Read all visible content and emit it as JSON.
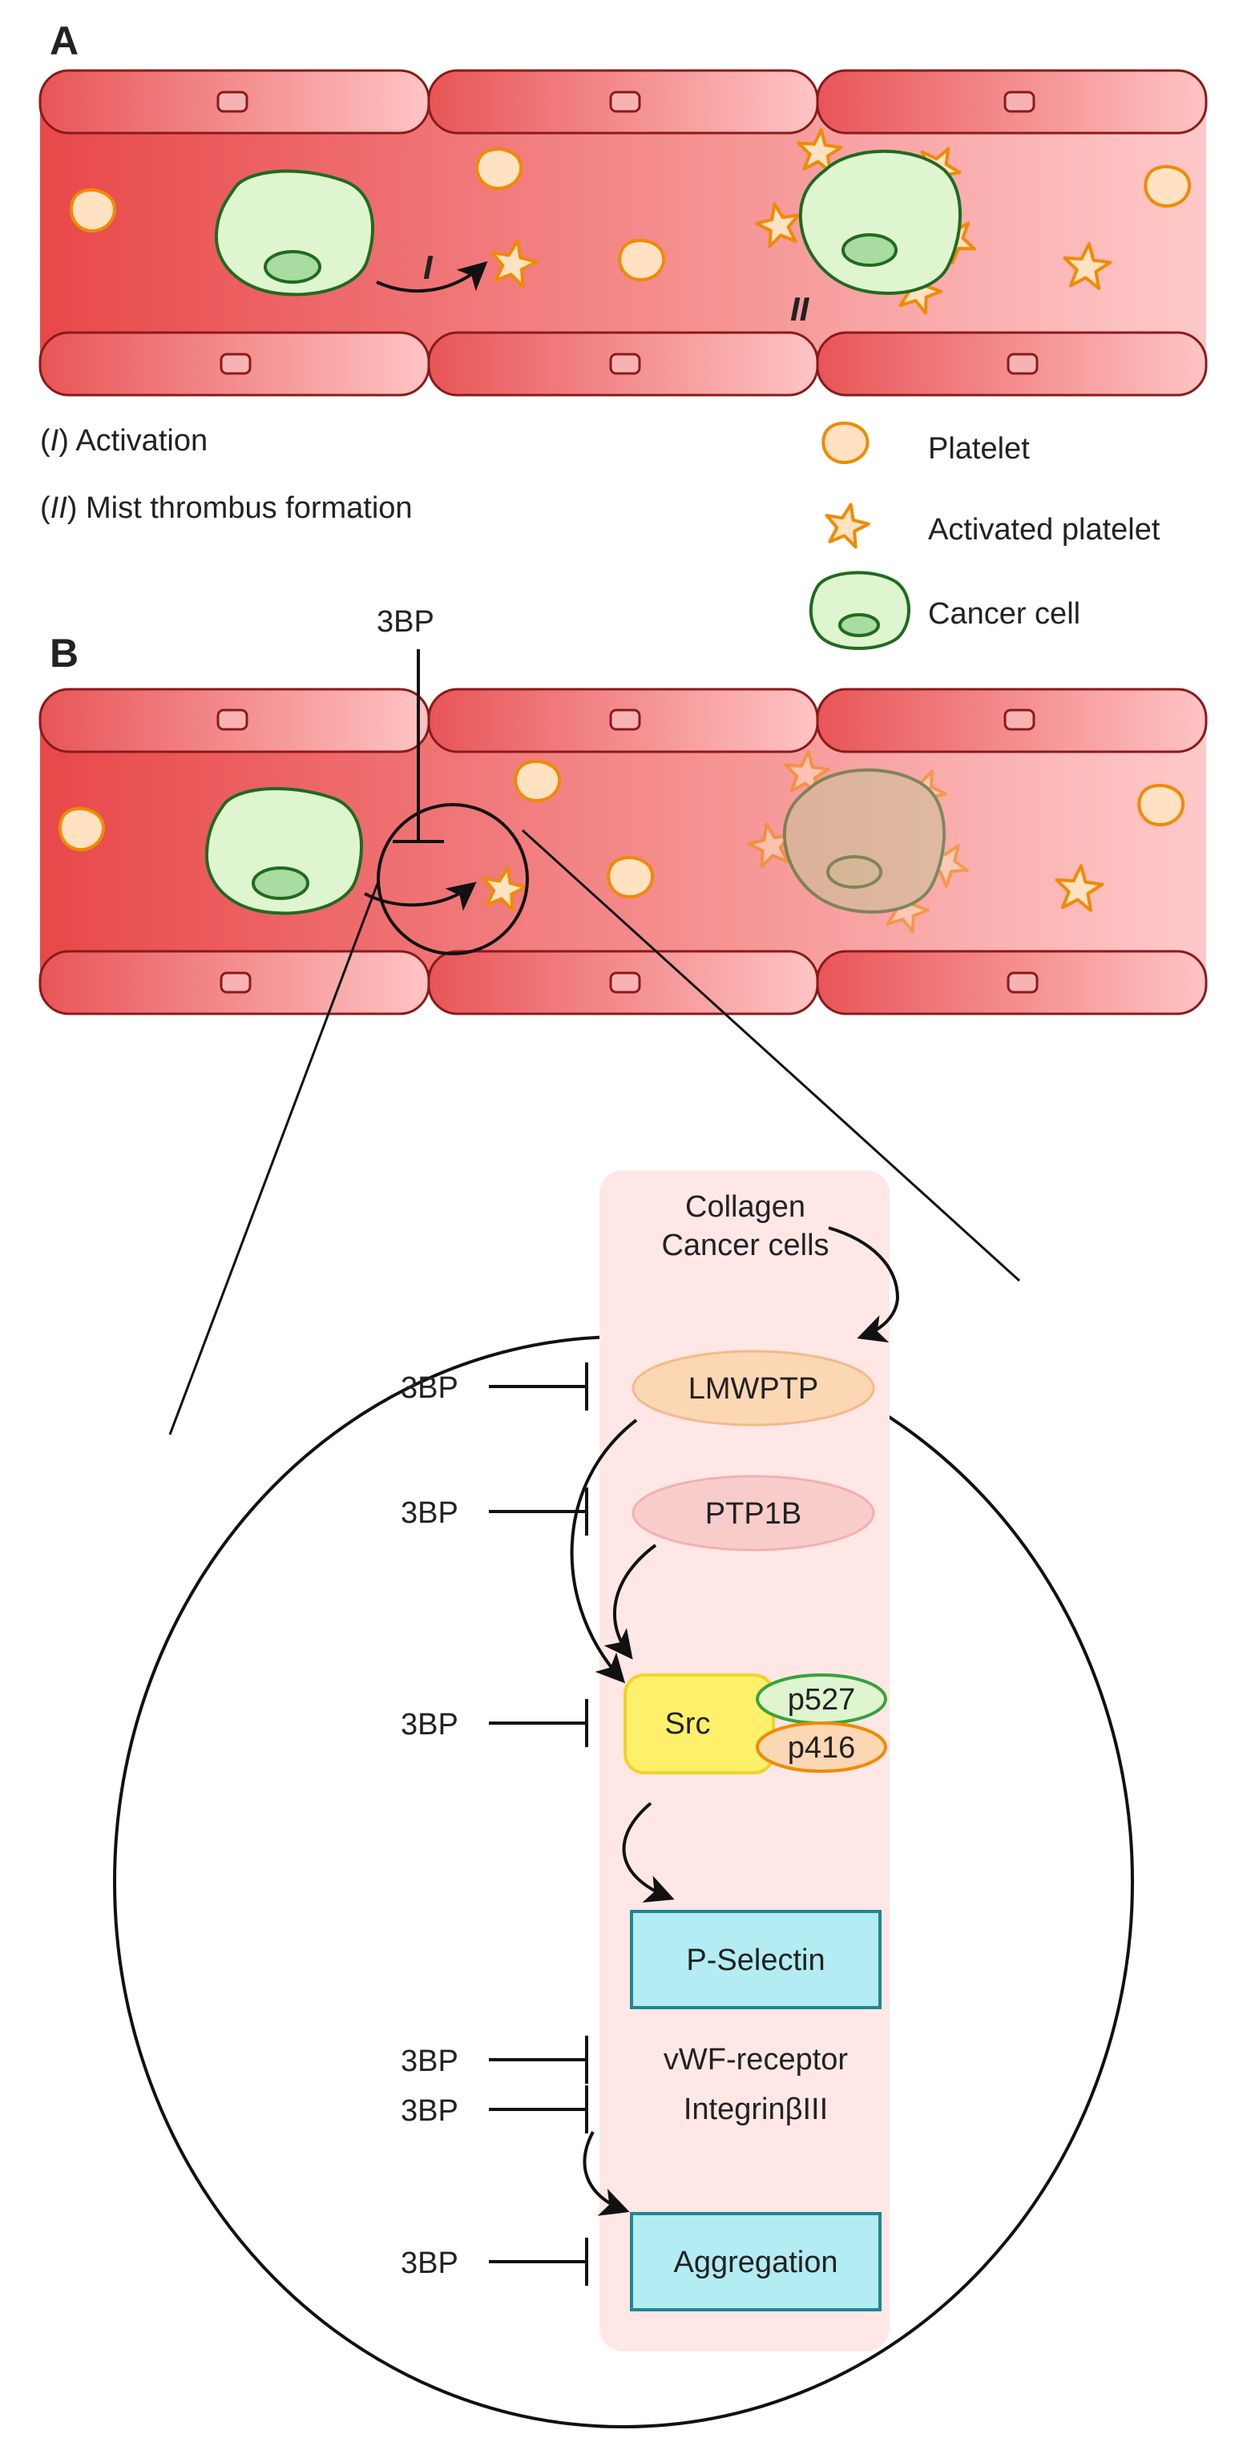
{
  "panel_a": {
    "label": "A",
    "step_1_marker": "I",
    "step_2_marker": "II",
    "note_1": {
      "open": "(",
      "marker": "I",
      "close": ") Activation"
    },
    "note_2": {
      "open": "(",
      "marker": "II",
      "close": ") Mist thrombus formation"
    },
    "legend": {
      "platelet": "Platelet",
      "activated_platelet": "Activated platelet",
      "cancer_cell": "Cancer cell"
    }
  },
  "panel_b": {
    "label": "B",
    "inhibitor_top": "3BP",
    "pathway": {
      "stimuli": [
        "Collagen",
        "Cancer cells"
      ],
      "lmwptp": "LMWPTP",
      "ptp1b": "PTP1B",
      "src": "Src",
      "p527": "p527",
      "p416": "p416",
      "p_selectin": "P-Selectin",
      "vwf_receptor": "vWF-receptor",
      "integrin": "IntegrinβIII",
      "aggregation": "Aggregation"
    },
    "inhibitors": [
      "3BP",
      "3BP",
      "3BP",
      "3BP",
      "3BP",
      "3BP"
    ]
  },
  "colors": {
    "vessel_dark": "#e8484a",
    "vessel_light": "#ffc9c9",
    "vessel_stroke": "#8b1a1a",
    "cell_fill": "#dff5cf",
    "cell_stroke": "#1f6b1f",
    "nucleus_fill": "#a8dca0",
    "platelet_fill": "#ffe2c2",
    "platelet_stroke": "#f08a00",
    "pathway_bg": "#ffe7e6",
    "lmwptp_fill": "#fcd7b4",
    "ptp1b_fill": "#f9cccc",
    "src_fill": "#fff06b",
    "box_fill": "#b3ecf3",
    "box_stroke": "#1f8790"
  }
}
